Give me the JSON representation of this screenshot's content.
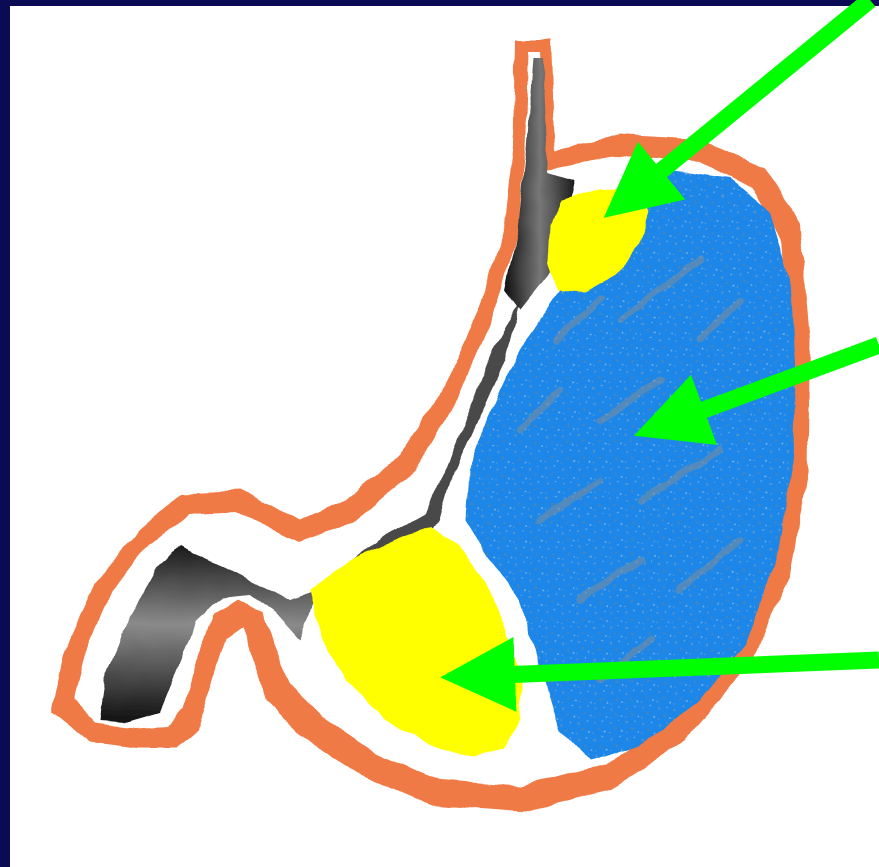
{
  "colors": {
    "slide_background": "#0b0a55",
    "panel": "#ffffff",
    "stomach_wall": "#f07a45",
    "esophagus_lumen": "#202020",
    "fundus_region": "#ffff00",
    "body_region": "#1d87e8",
    "antrum_region": "#ffff00",
    "pointer_arrow": "#00ff00"
  },
  "diagram": {
    "subject": "stomach-anatomy",
    "regions": [
      {
        "id": "fundus",
        "fill": "yellow"
      },
      {
        "id": "body",
        "fill": "blue"
      },
      {
        "id": "antrum",
        "fill": "yellow"
      }
    ],
    "arrows": [
      {
        "target": "fundus"
      },
      {
        "target": "body"
      },
      {
        "target": "antrum"
      }
    ]
  }
}
